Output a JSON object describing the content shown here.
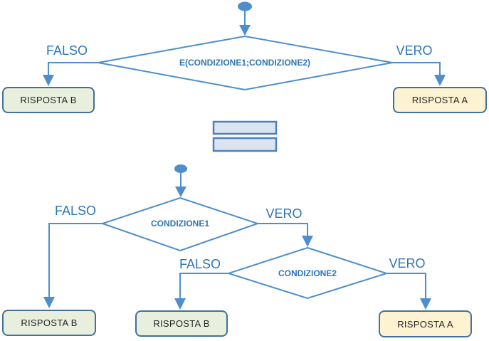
{
  "palette": {
    "line_color": "#4e8ecb",
    "label_color": "#2e75b6",
    "box_border_color": "#41719c",
    "green_fill": "#e8f0dd",
    "yellow_fill": "#fdf2d2",
    "equals_fill": "#dbe5f1",
    "equals_border": "#4f81bd",
    "box_text_color": "#262626",
    "background": "#ffffff"
  },
  "combined_flowchart": {
    "condition": "E(CONDIZIONE1;CONDIZIONE2)",
    "false_branch": "FALSO",
    "true_branch": "VERO",
    "false_result": "RISPOSTA B",
    "true_result": "RISPOSTA A"
  },
  "equivalence": {
    "icon": "equals-icon"
  },
  "expanded_flowchart": {
    "condition1": "CONDIZIONE1",
    "condition2": "CONDIZIONE2",
    "c1_false_branch": "FALSO",
    "c1_true_branch": "VERO",
    "c2_false_branch": "FALSO",
    "c2_true_branch": "VERO",
    "c1_false_result": "RISPOSTA B",
    "c2_false_result": "RISPOSTA B",
    "c2_true_result": "RISPOSTA A"
  }
}
